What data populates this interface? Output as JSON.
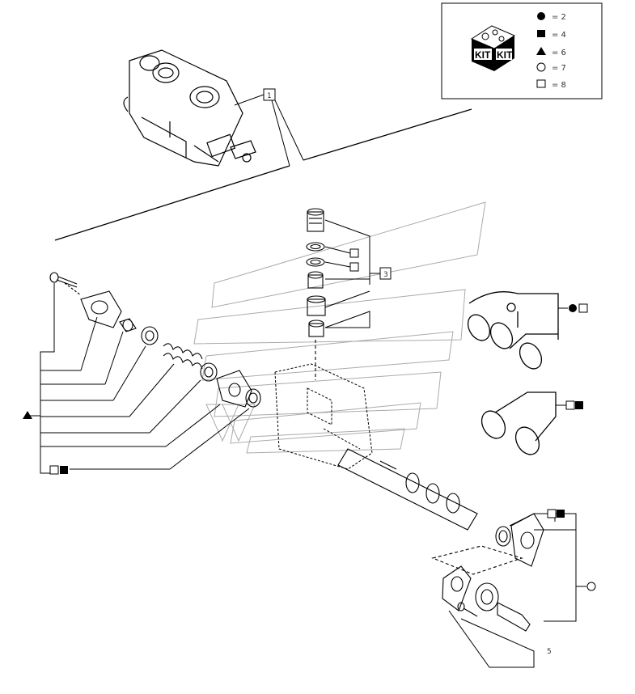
{
  "legend": {
    "kit_label": "KIT",
    "items": [
      {
        "symbol": "filled-circle",
        "text": "= 2"
      },
      {
        "symbol": "filled-square",
        "text": "= 4"
      },
      {
        "symbol": "filled-triangle",
        "text": "= 6"
      },
      {
        "symbol": "open-circle",
        "text": "= 7"
      },
      {
        "symbol": "open-square",
        "text": "= 8"
      }
    ]
  },
  "callouts": {
    "main": "1",
    "bracket": "3",
    "cap_screw": "5"
  }
}
